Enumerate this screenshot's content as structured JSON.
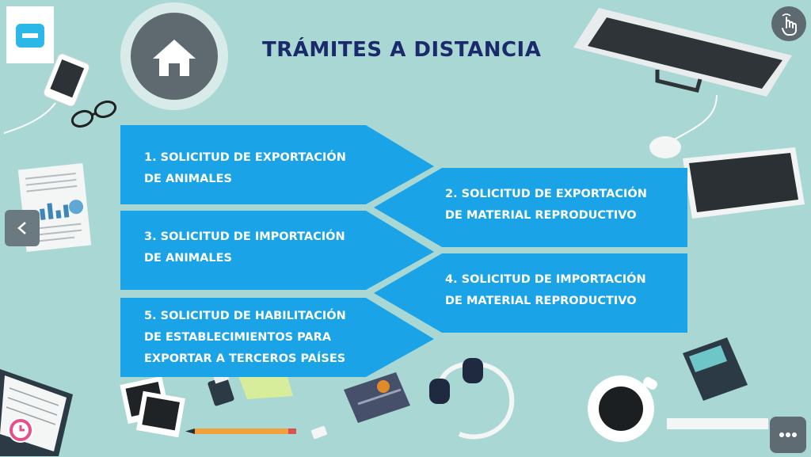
{
  "header": {
    "title": "TRÁMITES A DISTANCIA"
  },
  "items": [
    {
      "label": "1. SOLICITUD DE EXPORTACIÓN\nDE ANIMALES"
    },
    {
      "label": "2. SOLICITUD DE EXPORTACIÓN\nDE MATERIAL REPRODUCTIVO"
    },
    {
      "label": "3. SOLICITUD DE IMPORTACIÓN\nDE ANIMALES"
    },
    {
      "label": "4. SOLICITUD DE IMPORTACIÓN\nDE MATERIAL REPRODUCTIVO"
    },
    {
      "label": "5. SOLICITUD DE HABILITACIÓN\nDE ESTABLECIMIENTOS PARA\nEXPORTAR A TERCEROS PAÍSES"
    }
  ],
  "icons": {
    "home": "home-icon",
    "prev": "chevron-left-icon",
    "touch": "touch-hand-icon",
    "more": "more-dots-icon",
    "brand": "brand-logo-icon"
  },
  "colors": {
    "background": "#a9d8d4",
    "arrow": "#1aa3e6",
    "title": "#1b2a6b",
    "control": "#5f6b72"
  }
}
